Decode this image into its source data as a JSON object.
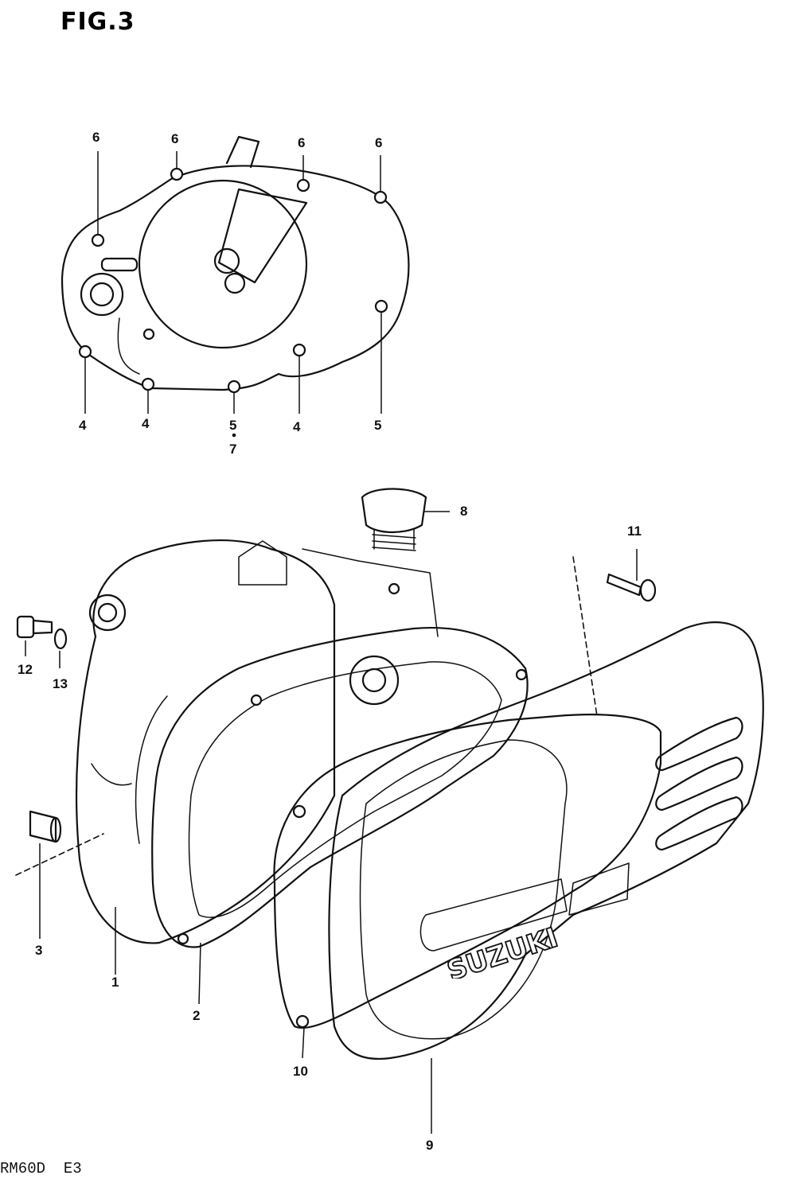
{
  "figure": {
    "title": "FIG.3",
    "footer_code": "RM60D  E3",
    "cover_logo_text": "SUZUKI"
  },
  "callouts": {
    "c6a": "6",
    "c6b": "6",
    "c6c": "6",
    "c6d": "6",
    "c4a": "4",
    "c4b": "4",
    "c5a": "5",
    "c7": "7",
    "c4c": "4",
    "c5b": "5",
    "c8": "8",
    "c11": "11",
    "c12": "12",
    "c13": "13",
    "c3": "3",
    "c1": "1",
    "c2": "2",
    "c10": "10",
    "c9": "9"
  }
}
